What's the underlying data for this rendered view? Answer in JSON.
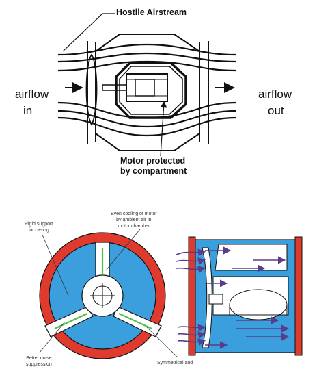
{
  "top_diagram": {
    "hostile_label": "Hostile Airstream",
    "motor_label_line1": "Motor protected",
    "motor_label_line2": "by compartment",
    "airflow_in_line1": "airflow",
    "airflow_in_line2": "in",
    "airflow_out_line1": "airflow",
    "airflow_out_line2": "out"
  },
  "bottom_diagram": {
    "rigid_support": [
      "Rigid support",
      "for casing"
    ],
    "even_cooling": [
      "Even cooling of motor",
      "by ambient air in",
      "motor chamber"
    ],
    "better_noise": [
      "Better noise",
      "suppression"
    ],
    "symmetrical": [
      "Symmetrical and"
    ]
  },
  "colors": {
    "casing_red": "#e03a2f",
    "chamber_blue": "#3a9fdc",
    "arrow_purple": "#5a3d8a",
    "cooling_green": "#4fc04f"
  }
}
